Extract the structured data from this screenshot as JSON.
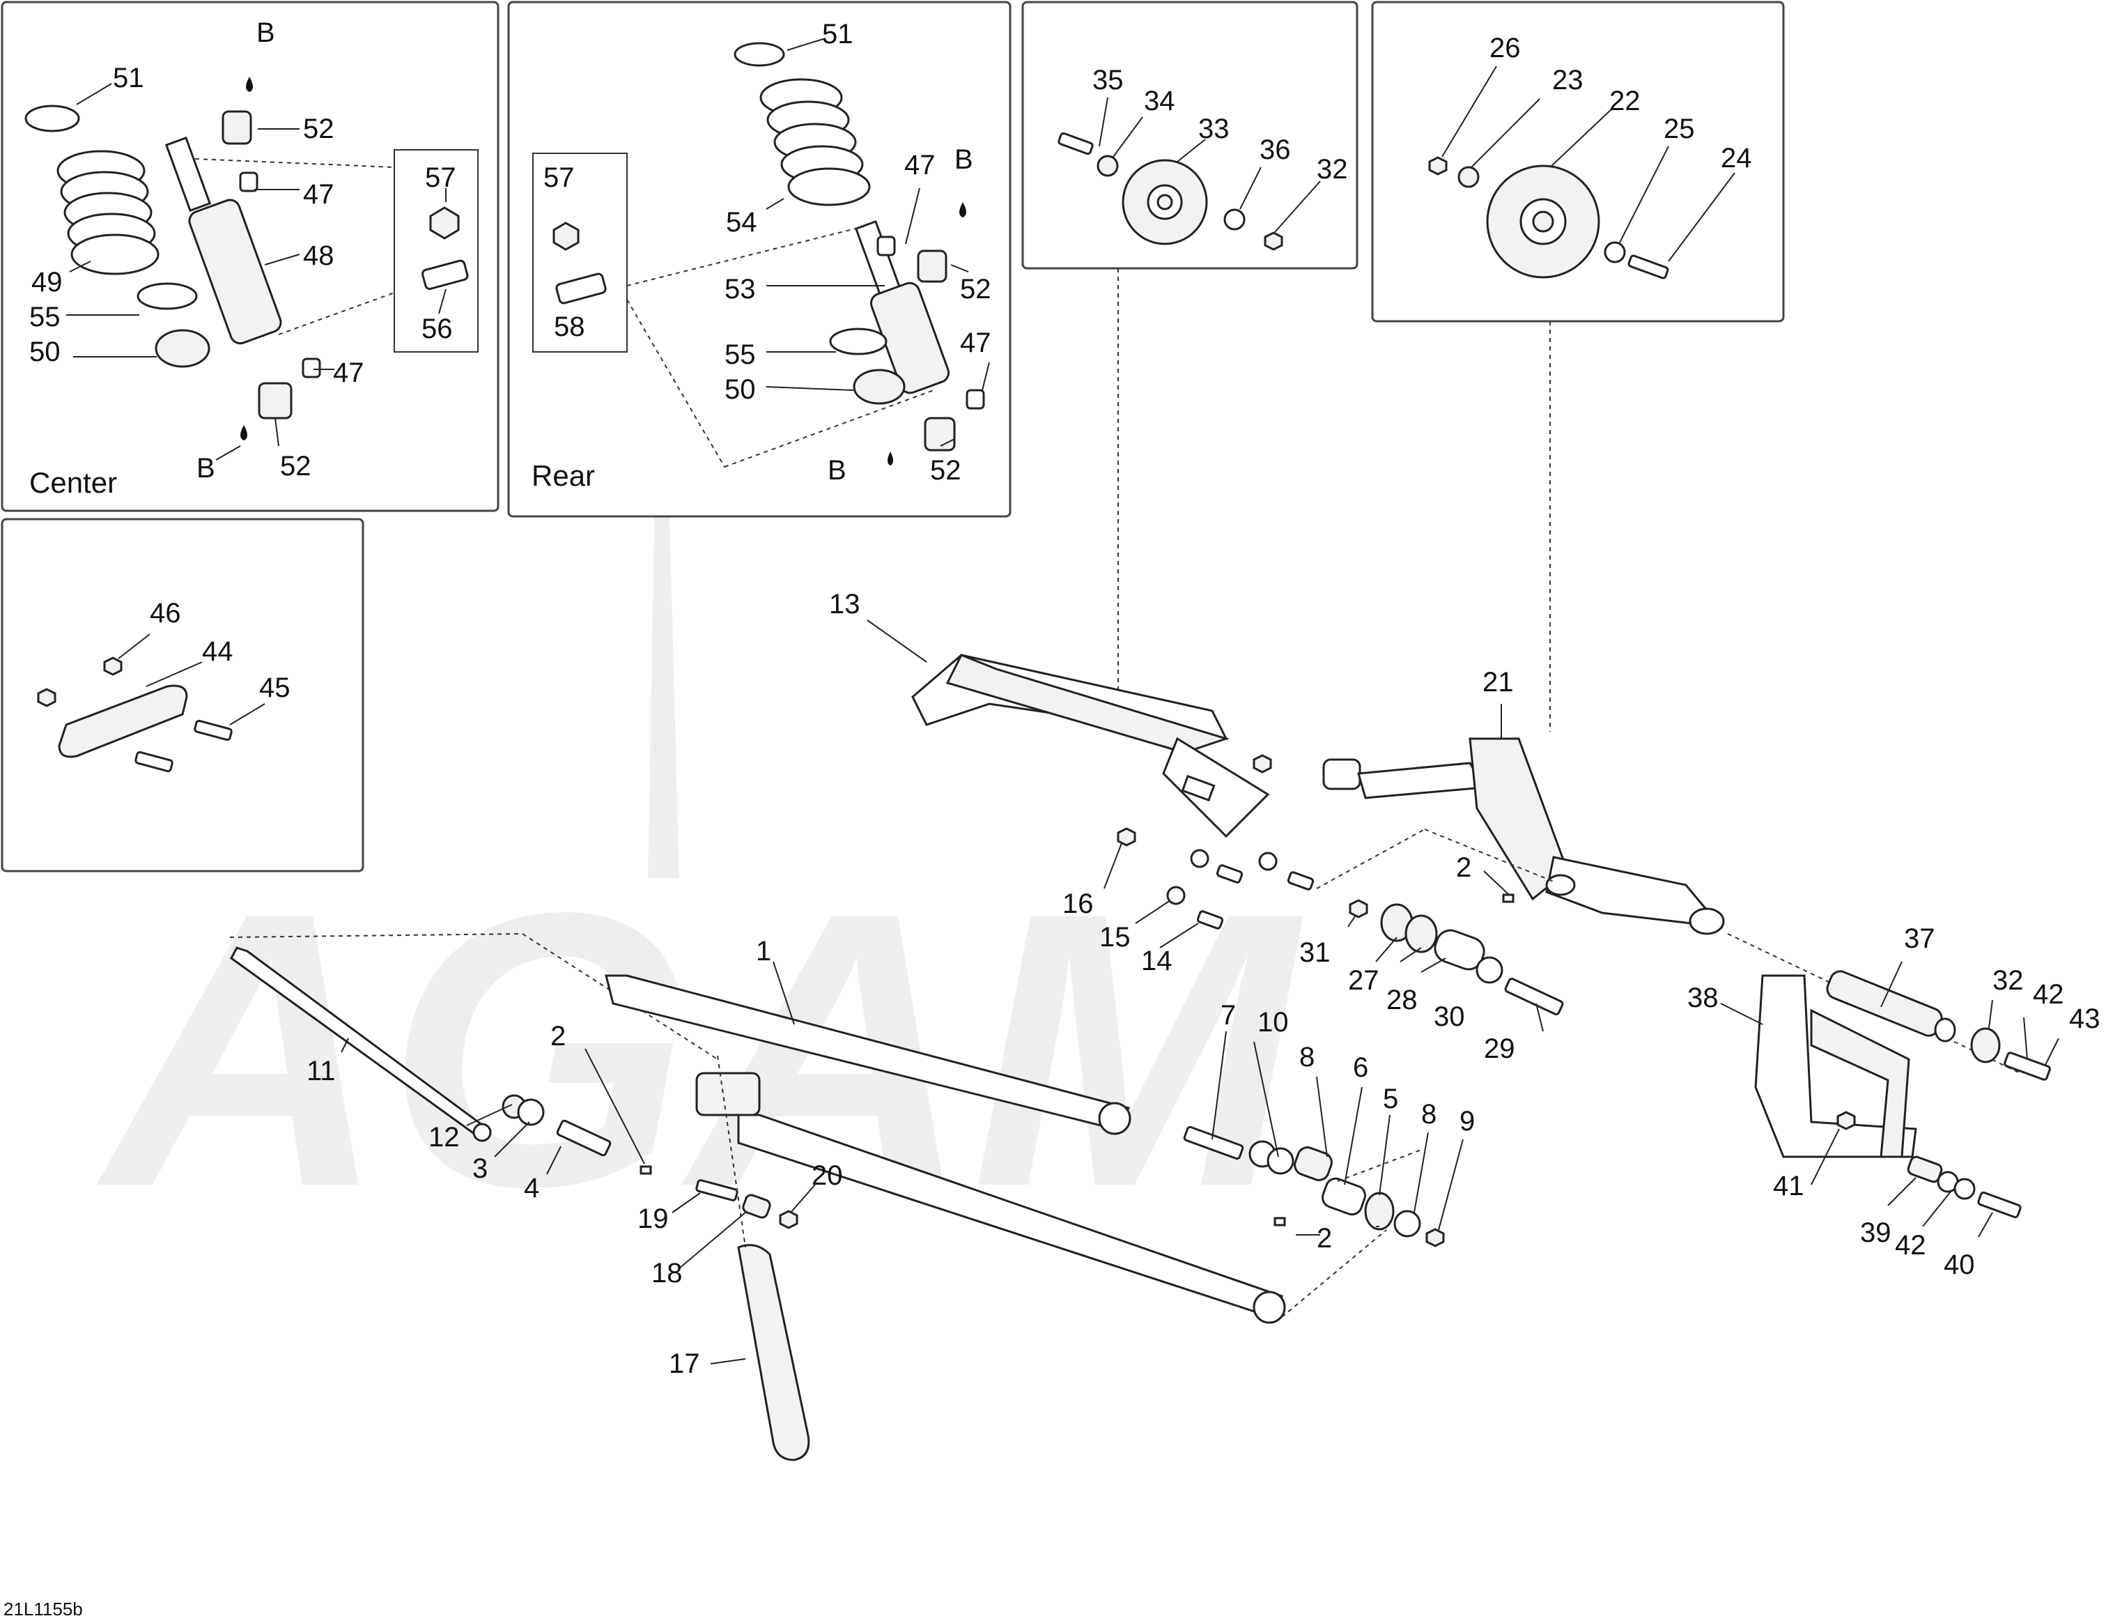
{
  "diagram": {
    "code": "21L1155b",
    "watermark": "AGAM",
    "panels": {
      "center": {
        "title": "Center"
      },
      "rear": {
        "title": "Rear"
      }
    },
    "callouts": {
      "c1": "1",
      "c2a": "2",
      "c2b": "2",
      "c2c": "2",
      "c3": "3",
      "c4": "4",
      "c5": "5",
      "c6": "6",
      "c7": "7",
      "c8a": "8",
      "c8b": "8",
      "c9": "9",
      "c10": "10",
      "c11": "11",
      "c12": "12",
      "c13": "13",
      "c14": "14",
      "c15": "15",
      "c16": "16",
      "c17": "17",
      "c18": "18",
      "c19": "19",
      "c20": "20",
      "c21": "21",
      "c22": "22",
      "c23": "23",
      "c24": "24",
      "c25": "25",
      "c26": "26",
      "c27": "27",
      "c28": "28",
      "c29": "29",
      "c30": "30",
      "c31": "31",
      "c32a": "32",
      "c32b": "32",
      "c33": "33",
      "c34": "34",
      "c35": "35",
      "c36": "36",
      "c37": "37",
      "c38": "38",
      "c39": "39",
      "c40": "40",
      "c41": "41",
      "c42a": "42",
      "c42b": "42",
      "c43": "43",
      "c44": "44",
      "c45": "45",
      "c46": "46",
      "c47a": "47",
      "c47b": "47",
      "c47c": "47",
      "c47d": "47",
      "c48": "48",
      "c49": "49",
      "c50a": "50",
      "c50b": "50",
      "c51a": "51",
      "c51b": "51",
      "c52a": "52",
      "c52b": "52",
      "c52c": "52",
      "c52d": "52",
      "c53": "53",
      "c54": "54",
      "c55a": "55",
      "c55b": "55",
      "c56": "56",
      "c57a": "57",
      "c57b": "57",
      "c58": "58",
      "cBa": "B",
      "cBb": "B",
      "cBc": "B",
      "cBd": "B"
    }
  }
}
